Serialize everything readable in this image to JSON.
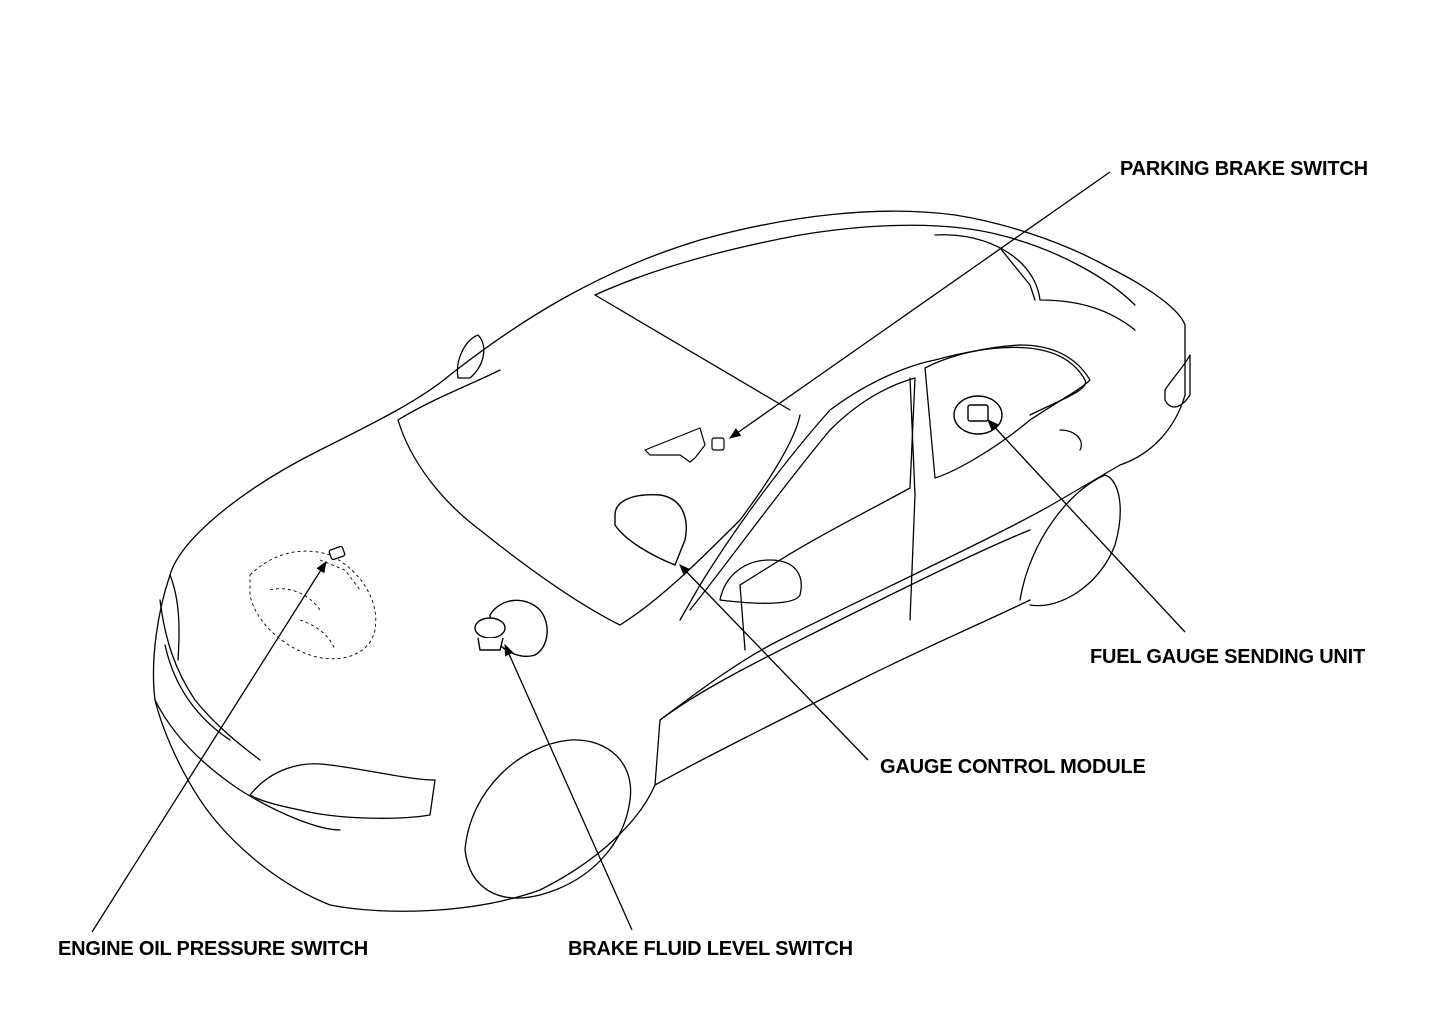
{
  "diagram": {
    "labels": {
      "parking_brake_switch": "PARKING BRAKE SWITCH",
      "fuel_gauge_sending_unit": "FUEL GAUGE SENDING UNIT",
      "gauge_control_module": "GAUGE CONTROL MODULE",
      "engine_oil_pressure_switch": "ENGINE OIL PRESSURE SWITCH",
      "brake_fluid_level_switch": "BRAKE FLUID LEVEL SWITCH"
    },
    "colors": {
      "line": "#000000",
      "background": "#ffffff"
    }
  }
}
